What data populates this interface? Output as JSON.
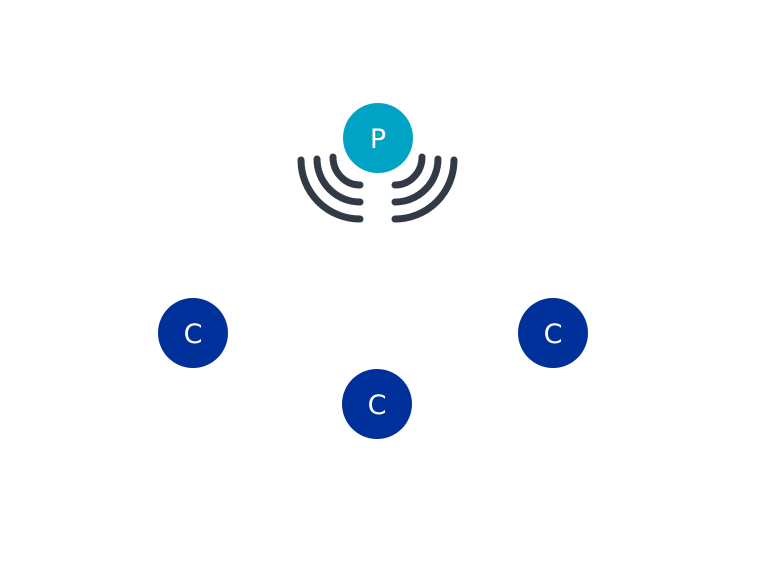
{
  "colors": {
    "background": "#ffffff",
    "producer_fill": "#00a3c4",
    "consumer_fill": "#00309a",
    "wave_stroke": "#323b45",
    "node_text": "#ffffff"
  },
  "diagram": {
    "producer": {
      "label": "P",
      "icon": "broadcast-waves-icon"
    },
    "consumers": [
      {
        "label": "C"
      },
      {
        "label": "C"
      },
      {
        "label": "C"
      }
    ]
  }
}
